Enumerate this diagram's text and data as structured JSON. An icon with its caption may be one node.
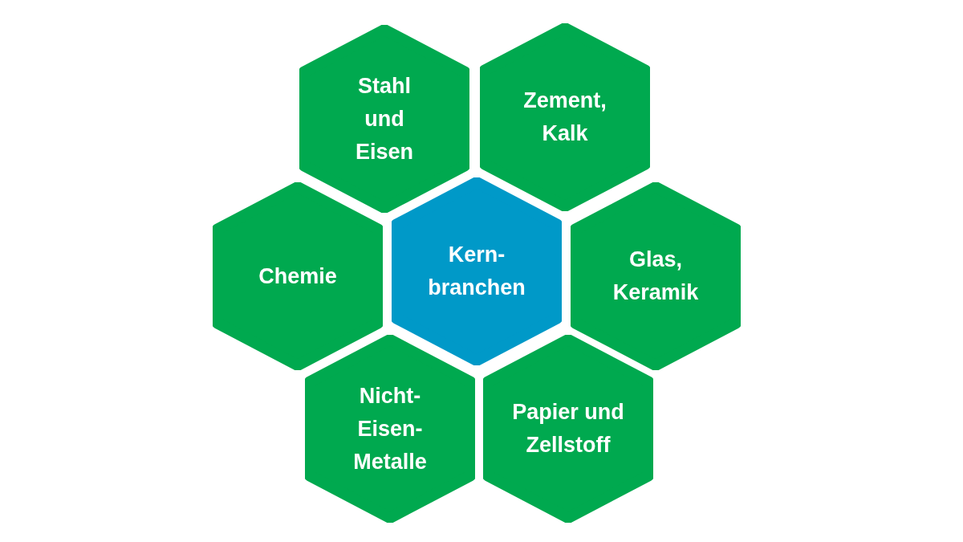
{
  "diagram": {
    "nodes": [
      {
        "text": [
          "Kern- branchen"
        ]
      },
      {
        "text": [
          "Stahl und Eisen"
        ]
      },
      {
        "text": [
          "Zement, Kalk"
        ]
      },
      {
        "text": [
          "Chemie"
        ]
      },
      {
        "text": [
          "Glas, Keramik"
        ]
      },
      {
        "text": [
          "Nicht- Eisen- Metalle"
        ]
      },
      {
        "text": [
          "Papier und Zellstoff"
        ]
      }
    ]
  }
}
